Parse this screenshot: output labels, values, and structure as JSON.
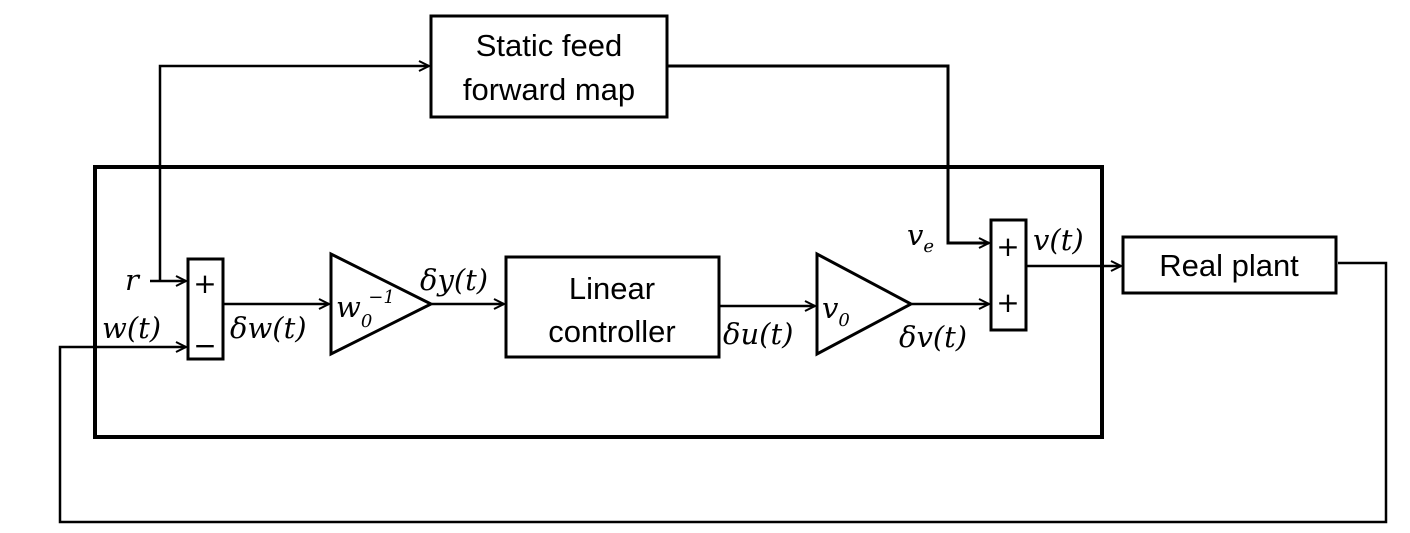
{
  "blocks": {
    "feedforward": {
      "line1": "Static feed",
      "line2": "forward map"
    },
    "controller": {
      "line1": "Linear",
      "line2": "controller"
    },
    "plant": {
      "label": "Real plant"
    }
  },
  "gains": {
    "inverse_gain": {
      "base": "w",
      "sub": "0",
      "sup": "−1"
    },
    "gain": {
      "base": "v",
      "sub": "0"
    }
  },
  "signals": {
    "r": "r",
    "w": "w(t)",
    "dw": "δw(t)",
    "dy": "δy(t)",
    "du": "δu(t)",
    "dv": "δv(t)",
    "ve_base": "v",
    "ve_sub": "e",
    "v": "v(t)"
  },
  "summers": {
    "left": {
      "top_sign": "+",
      "bottom_sign": "−"
    },
    "right": {
      "top_sign": "+",
      "bottom_sign": "+"
    }
  }
}
